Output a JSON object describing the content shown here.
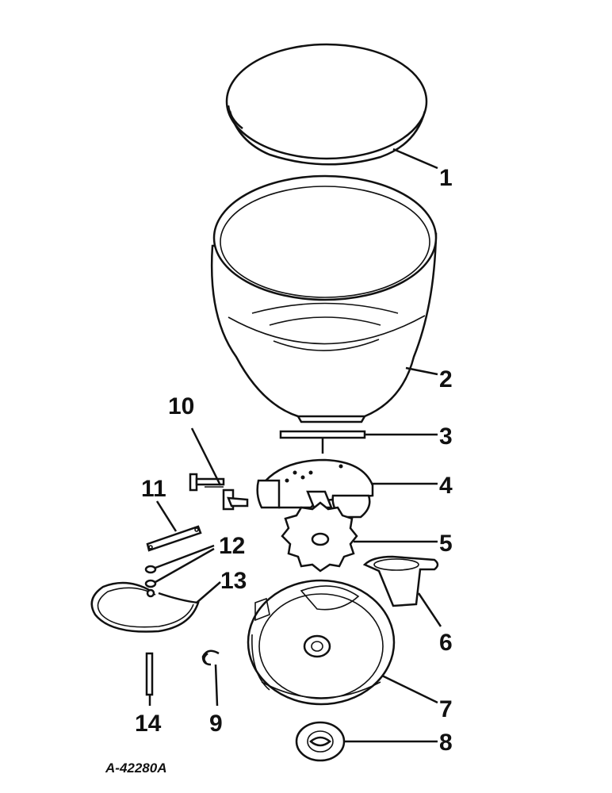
{
  "figure_id": "A-42280A",
  "parts": [
    {
      "number": "1",
      "icon": "hopper-lid-icon"
    },
    {
      "number": "2",
      "icon": "hopper-bowl-icon"
    },
    {
      "number": "3",
      "icon": "shaft-icon"
    },
    {
      "number": "4",
      "icon": "housing-cover-icon"
    },
    {
      "number": "5",
      "icon": "seed-plate-icon"
    },
    {
      "number": "6",
      "icon": "seed-tube-icon"
    },
    {
      "number": "7",
      "icon": "hopper-bottom-icon"
    },
    {
      "number": "8",
      "icon": "bearing-icon"
    },
    {
      "number": "9",
      "icon": "clip-icon"
    },
    {
      "number": "10",
      "icon": "knockout-lever-icon"
    },
    {
      "number": "11",
      "icon": "link-bar-icon"
    },
    {
      "number": "12",
      "icon": "washer-icon"
    },
    {
      "number": "13",
      "icon": "spring-icon"
    },
    {
      "number": "14",
      "icon": "pin-icon"
    }
  ]
}
